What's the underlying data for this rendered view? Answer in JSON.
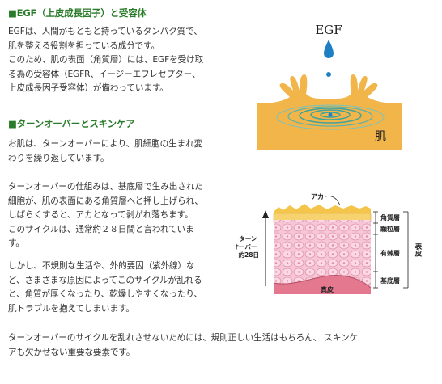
{
  "section1": {
    "heading": "■EGF（上皮成長因子）と受容体",
    "lines": [
      "EGFは、人間がもともと持っているタンパク質で、",
      "肌を整える役割を担っている成分です。",
      "このため、肌の表面（角質層）には、EGFを受け取",
      "る為の受容体（EGFR、イージーエフレセプター、",
      "上皮成長因子受容体）が備わっています。"
    ]
  },
  "section2": {
    "heading": "■ターンオーバーとスキンケア",
    "para1": [
      "お肌は、ターンオーバーにより、肌細胞の生まれ変",
      "わりを繰り返しています。"
    ],
    "para2": [
      "ターンオーバーの仕組みは、基底層で生み出された",
      "細胞が、肌の表面にある角質層へと押し上げられ、",
      "しばらくすると、アカとなって剥がれ落ちます。",
      "このサイクルは、通常約２８日間と言われていま",
      "す。"
    ],
    "para3": [
      "しかし、不規則な生活や、外的要因（紫外線）な",
      "ど、さまざまな原因によってこのサイクルが乱れる",
      "と、角質が厚くなったり、乾燥しやすくなったり、",
      "肌トラブルを抱えてしまいます。"
    ],
    "closing": [
      "ターンオーバーのサイクルを乱れさせないためには、規則正しい生活はもちろん、 スキンケ",
      "アも欠かせない重要な要素です。"
    ]
  },
  "figure_egf": {
    "egf_label": "EGF",
    "skin_label": "肌",
    "colors": {
      "skin": "#f2b54a",
      "drop": "#1f7fc4",
      "ripple": "#3fa39c"
    }
  },
  "figure_skin": {
    "aka_label": "アカ",
    "turnover_lines": [
      "ターン",
      "オーバー",
      "約28日"
    ],
    "layers": [
      "角質層",
      "顆粒層",
      "有棘層",
      "基底層"
    ],
    "dermis_label": "真皮",
    "epidermis_label": "表皮",
    "colors": {
      "surface": "#f4c44b",
      "cells": "#f6c6d6",
      "dermis": "#e4788f"
    }
  }
}
